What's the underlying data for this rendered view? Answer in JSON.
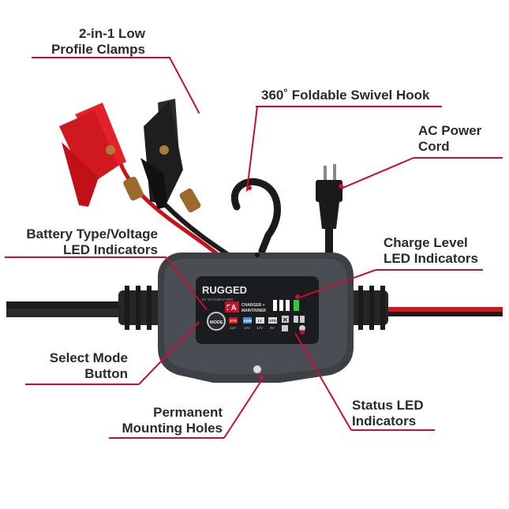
{
  "labels": {
    "clamps": [
      "2-in-1 Low",
      "Profile Clamps"
    ],
    "hook": "360˚ Foldable Swivel Hook",
    "ac_cord": [
      "AC Power",
      "Cord"
    ],
    "battery_type": [
      "Battery Type/Voltage",
      "LED Indicators"
    ],
    "charge_level": [
      "Charge Level",
      "LED Indicators"
    ],
    "select_mode": [
      "Select Mode",
      "Button"
    ],
    "mounting": [
      "Permanent",
      "Mounting Holes"
    ],
    "status_led": [
      "Status LED",
      "Indicators"
    ]
  },
  "device": {
    "brand": "RUGGED",
    "brand_sub": "BY SCHUMACHER",
    "amps": "5A",
    "product_line1": "CHARGER +",
    "product_line2": "MAINTAINER",
    "mode_button": "MODE",
    "modes": [
      {
        "name": "STD",
        "voltage": "12V"
      },
      {
        "name": "AGM",
        "voltage": "12V"
      },
      {
        "name": "LI",
        "voltage": "12V"
      },
      {
        "name": "STD",
        "voltage": "6V"
      }
    ]
  },
  "colors": {
    "accent": "#c8102e",
    "body": "#3a3d42",
    "cable_red": "#d8141c",
    "charge_led": "#33cc33"
  }
}
